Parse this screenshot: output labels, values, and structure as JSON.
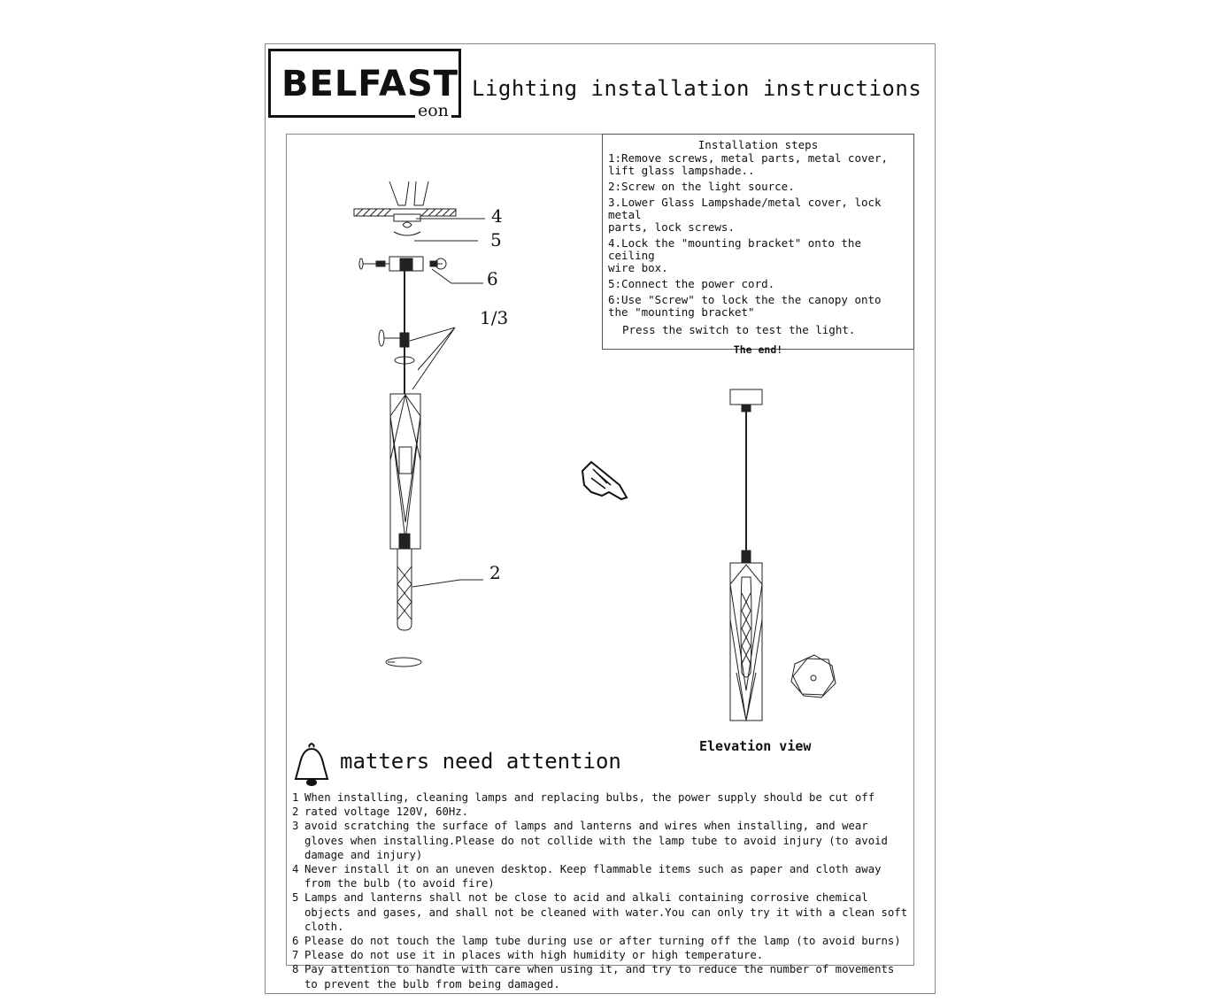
{
  "header": {
    "logo_main": "BELFAST",
    "logo_sub": "eon",
    "title": "Lighting installation instructions"
  },
  "steps": {
    "heading": "Installation steps",
    "items": [
      "1:Remove screws, metal parts, metal cover,\nlift glass lampshade..",
      "2:Screw on the light source.",
      "3.Lower Glass Lampshade/metal cover, lock metal\nparts, lock screws.",
      "4.Lock the \"mounting bracket\" onto the ceiling\nwire box.",
      "5:Connect the power cord.",
      "6:Use \"Screw\"  to lock the  the canopy onto\nthe \"mounting bracket\""
    ],
    "press": "Press the switch to test the light.",
    "end": "The end!"
  },
  "diagram": {
    "callouts": [
      "4",
      "5",
      "6",
      "1/3",
      "2"
    ],
    "elevation_label": "Elevation view",
    "icons": [
      "pointing-hand-icon",
      "bell-icon"
    ]
  },
  "attention": {
    "title": "matters need attention",
    "items": [
      {
        "n": "1",
        "text": "When installing, cleaning lamps and replacing bulbs, the power supply should be cut off"
      },
      {
        "n": "2",
        "text": "rated voltage 120V, 60Hz."
      },
      {
        "n": "3",
        "text": "avoid scratching the surface of lamps and lanterns and wires when installing, and wear gloves when installing.Please do not collide with the lamp tube to avoid injury (to avoid damage and injury)"
      },
      {
        "n": "4",
        "text": "Never install it on an uneven desktop. Keep flammable items such as paper and cloth away from the bulb (to avoid fire)"
      },
      {
        "n": "5",
        "text": "Lamps and lanterns shall not be close to acid and alkali containing corrosive chemical objects and gases, and shall not be cleaned with water.You can only try it with a clean soft cloth."
      },
      {
        "n": "6",
        "text": "Please do not touch the lamp tube during use or after turning off the lamp (to avoid burns)"
      },
      {
        "n": "7",
        "text": "Please do not use it in places with high humidity or high temperature."
      },
      {
        "n": "8",
        "text": "Pay attention to handle with care when using it, and try to reduce the number of movements to prevent the bulb from being damaged."
      }
    ]
  }
}
